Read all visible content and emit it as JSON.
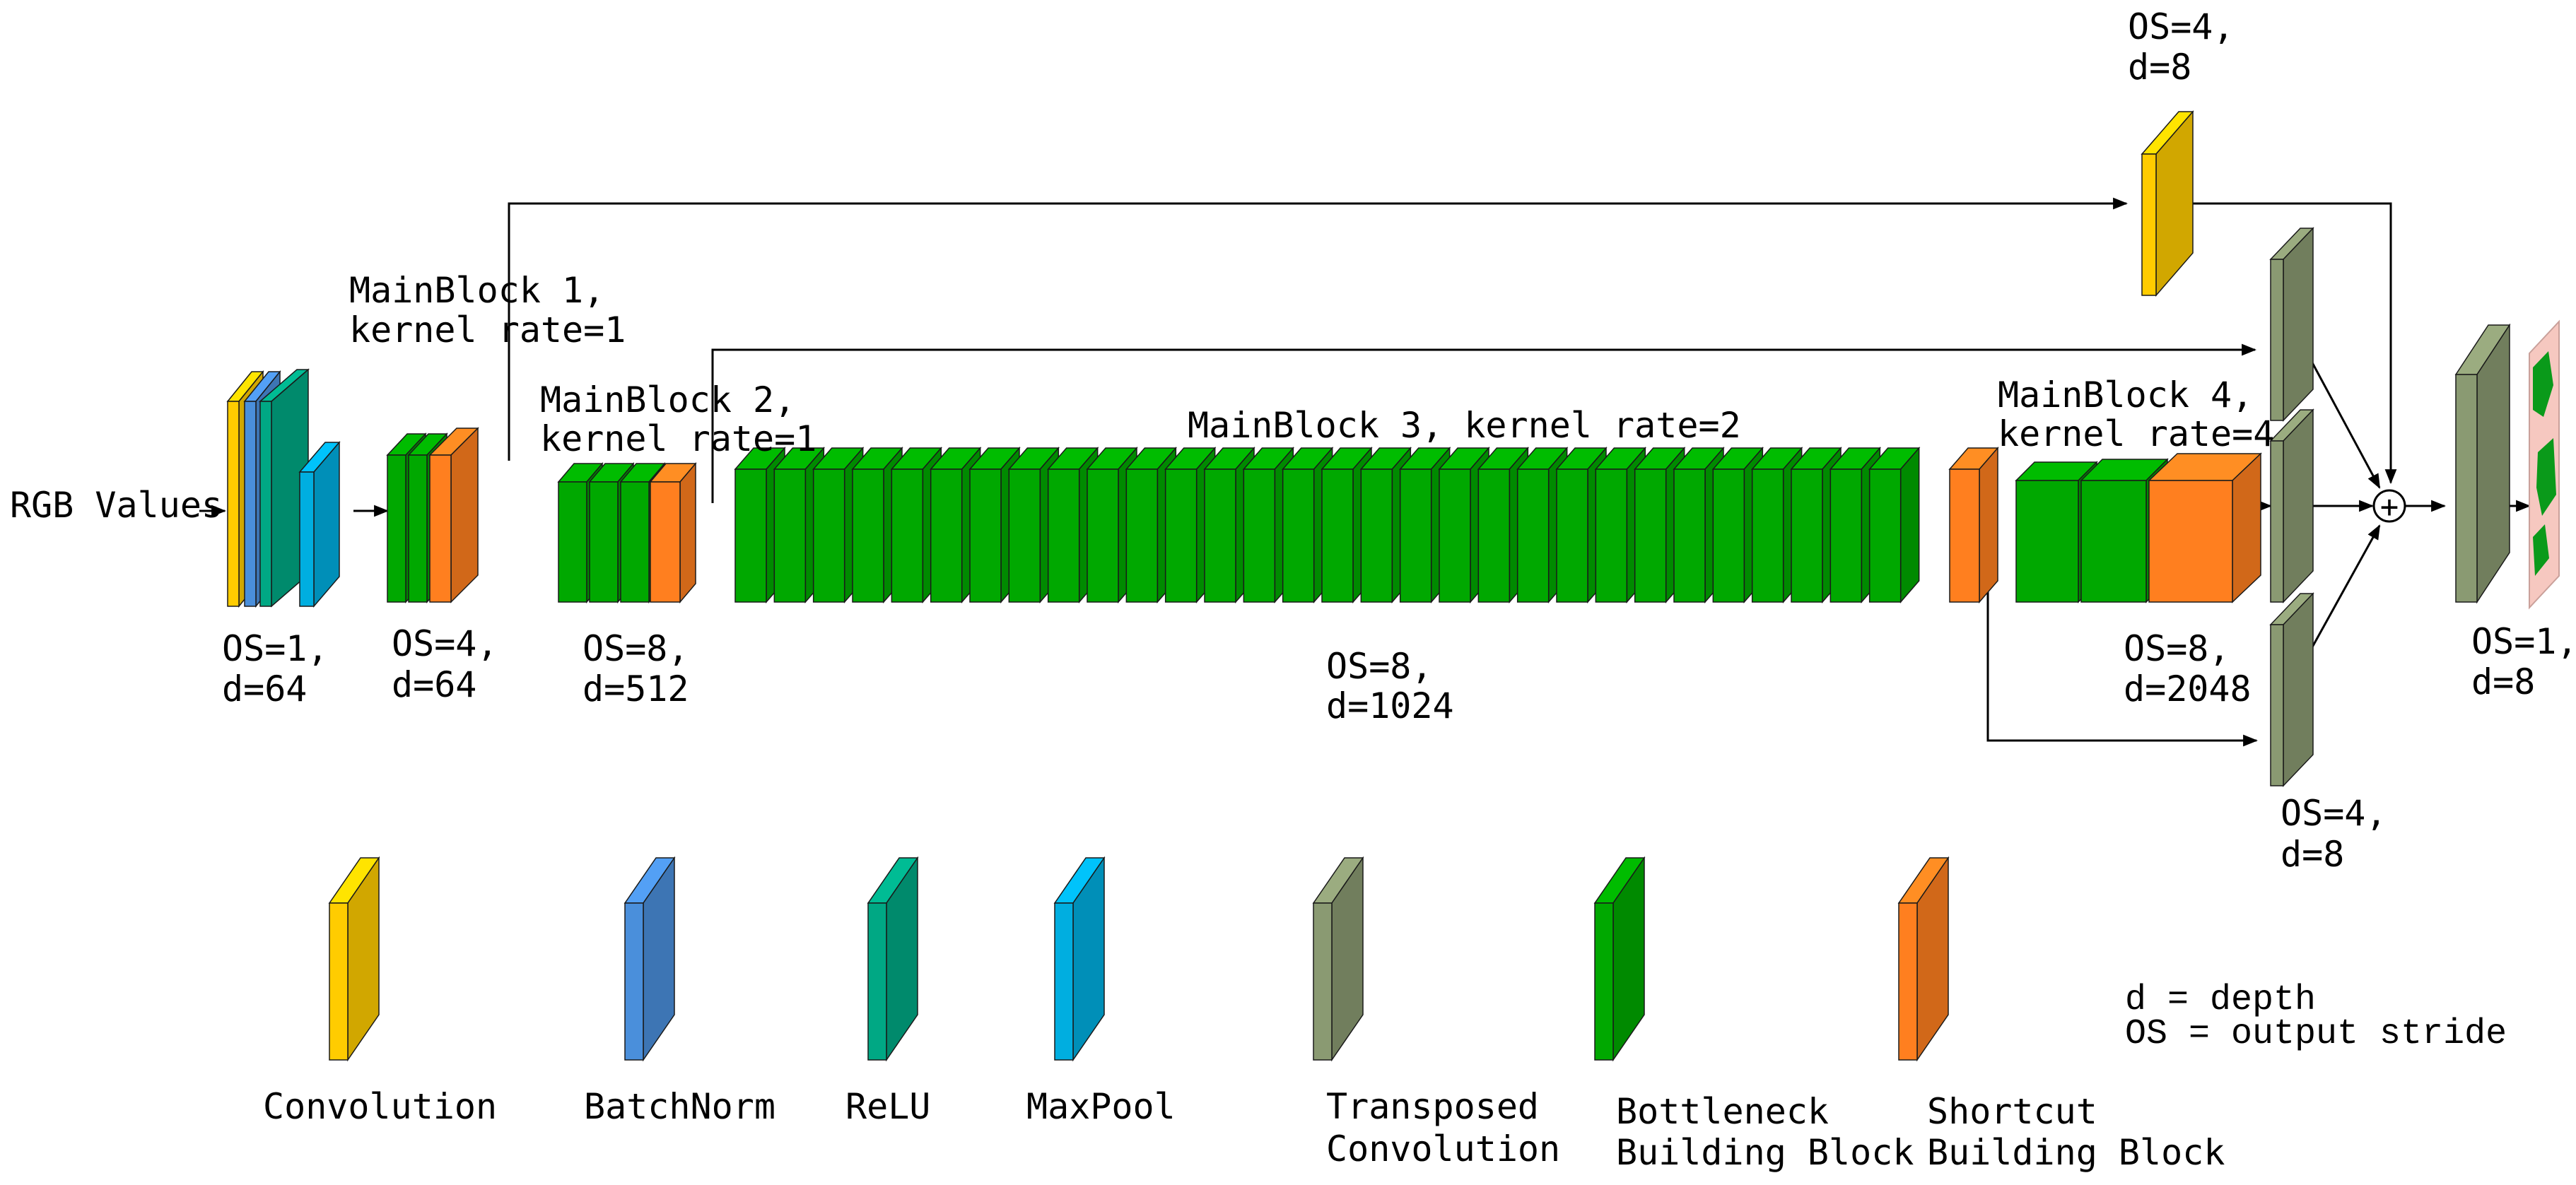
{
  "colors": {
    "convolution": "#ffcc00",
    "batchnorm": "#4a8fdb",
    "relu": "#00a884",
    "maxpool": "#00aee0",
    "transposed": "#8a9a72",
    "bottleneck": "#00a800",
    "shortcut": "#ff7f1f"
  },
  "input": {
    "label": "RGB Values"
  },
  "stages": {
    "stem_out": {
      "os": "OS=1,",
      "d": "d=64"
    },
    "pool_out": {
      "os": "OS=4,",
      "d": "d=64"
    },
    "block2_out": {
      "os": "OS=8,",
      "d": "d=512"
    },
    "block3_out": {
      "os": "OS=8,",
      "d": "d=1024"
    },
    "block4_out": {
      "os": "OS=8,",
      "d": "d=2048"
    },
    "skip_top": {
      "os": "OS=4,",
      "d": "d=8"
    },
    "skip_bottom": {
      "os": "OS=4,",
      "d": "d=8"
    },
    "output": {
      "os": "OS=1,",
      "d": "d=8"
    }
  },
  "blocks": {
    "main1": {
      "line1": "MainBlock 1,",
      "line2": "kernel rate=1"
    },
    "main2": {
      "line1": "MainBlock 2,",
      "line2": "kernel rate=1"
    },
    "main3": {
      "label": "MainBlock 3, kernel rate=2",
      "bottleneck_count": 30
    },
    "main4": {
      "line1": "MainBlock 4,",
      "line2": "kernel rate=4"
    }
  },
  "fusion": {
    "symbol": "+"
  },
  "legend": {
    "items": [
      {
        "key": "convolution",
        "line1": "Convolution",
        "line2": ""
      },
      {
        "key": "batchnorm",
        "line1": "BatchNorm",
        "line2": ""
      },
      {
        "key": "relu",
        "line1": "ReLU",
        "line2": ""
      },
      {
        "key": "maxpool",
        "line1": "MaxPool",
        "line2": ""
      },
      {
        "key": "transposed",
        "line1": "Transposed",
        "line2": "Convolution"
      },
      {
        "key": "bottleneck",
        "line1": "Bottleneck",
        "line2": "Building Block"
      },
      {
        "key": "shortcut",
        "line1": "Shortcut",
        "line2": "Building Block"
      }
    ],
    "definitions": [
      "d = depth",
      "OS = output stride"
    ]
  }
}
